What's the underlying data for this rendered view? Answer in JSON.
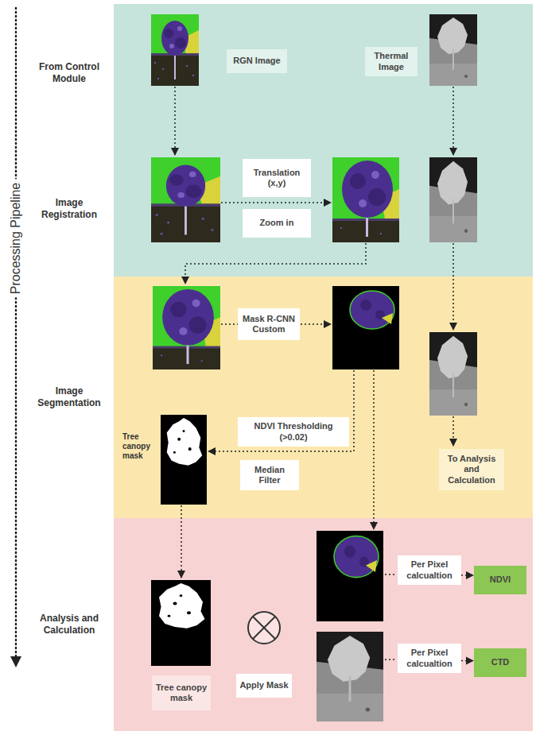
{
  "diagram": {
    "nodes": [
      {
        "text": [
          "From Control Module"
        ]
      },
      {
        "text": [
          "RGN Image"
        ],
        "in": 0
      },
      {
        "text": [
          "Thermal Image"
        ],
        "in": 0
      },
      {
        "text": [
          "Image Registration"
        ]
      },
      {
        "text": [
          "Translation (x,y)"
        ],
        "in": 3
      },
      {
        "text": [
          "Zoom in"
        ],
        "in": 3
      },
      {
        "text": [
          "Image Segmentation"
        ]
      },
      {
        "text": [
          "Mask R-CNN Custom"
        ],
        "in": 6
      },
      {
        "text": [
          "NDVI Thresholding (>0.02)"
        ],
        "in": 6
      },
      {
        "text": [
          "Median Filter"
        ],
        "in": 6
      },
      {
        "text": [
          "To Analysis and Calculation"
        ],
        "in": 6
      },
      {
        "text": [
          "Analysis and Calculation"
        ]
      },
      {
        "text": [
          "Per Pixel calcualtion"
        ],
        "in": 11
      },
      {
        "text": [
          "NDVI"
        ],
        "in": 11
      },
      {
        "text": [
          "Per Pixel calcualtion"
        ],
        "in": 11
      },
      {
        "text": [
          "CTD"
        ],
        "in": 11
      },
      {
        "text": [
          "Tree canopy mask"
        ],
        "in": 11
      },
      {
        "text": [
          "Apply Mask"
        ],
        "in": 11
      }
    ],
    "edges": [
      {
        "from": 12,
        "to": 13,
        "arrow": "to"
      },
      {
        "from": 14,
        "to": 15,
        "arrow": "to"
      }
    ],
    "labels": [
      "Processing Pipeline",
      "Tree canopy mask"
    ]
  }
}
